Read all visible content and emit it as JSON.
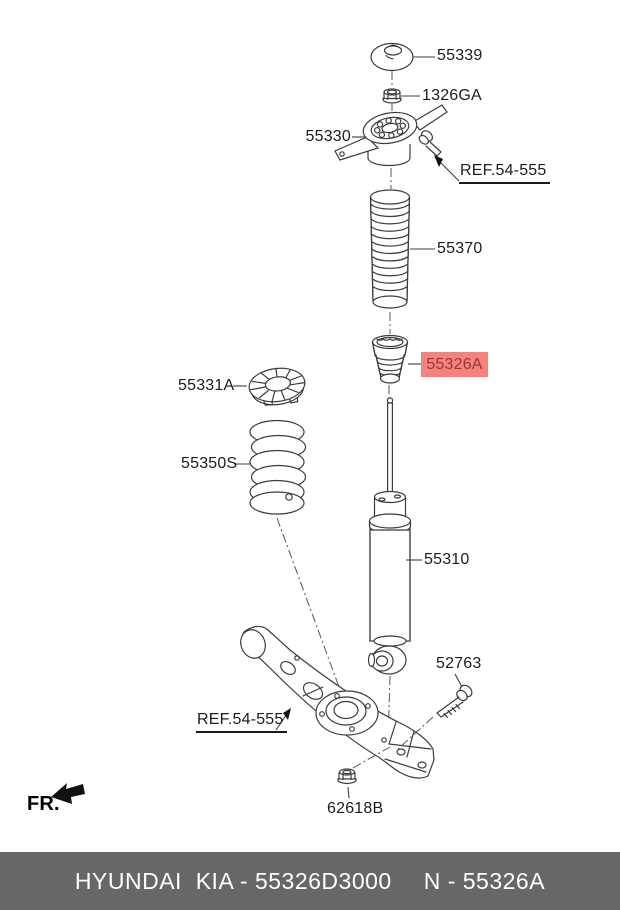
{
  "diagram": {
    "parts": {
      "cap": {
        "label": "55339"
      },
      "nut_top": {
        "label": "1326GA"
      },
      "insulator": {
        "label": "55330"
      },
      "ref_top": {
        "label": "REF.54-555"
      },
      "dust_cover": {
        "label": "55370"
      },
      "bump_stopper": {
        "label": "55326A",
        "highlighted": true,
        "highlight_bg": "#f5827e",
        "highlight_text": "#9c3632"
      },
      "spring_pad": {
        "label": "55331A"
      },
      "coil_spring": {
        "label": "55350S"
      },
      "shock_absorber": {
        "label": "55310"
      },
      "bolt": {
        "label": "52763"
      },
      "ref_bottom": {
        "label": "REF.54-555"
      },
      "nut_bottom": {
        "label": "62618B"
      }
    },
    "front_marker": "FR."
  },
  "footer": {
    "catalog_text": "HYUNDAI  KIA - 55326D3000",
    "part_ref_text": "N - 55326A",
    "background": "#676767",
    "text_color": "#ffffff"
  }
}
